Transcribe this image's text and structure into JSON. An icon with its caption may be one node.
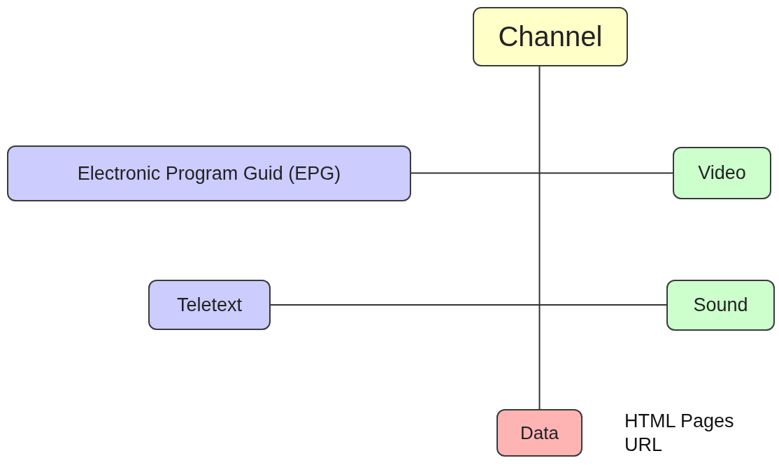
{
  "diagram": {
    "nodes": [
      {
        "text": [
          "Channel"
        ]
      },
      {
        "text": [
          "Electronic Program Guid (EPG)"
        ]
      },
      {
        "text": [
          "Video"
        ]
      },
      {
        "text": [
          "Teletext"
        ]
      },
      {
        "text": [
          "Sound"
        ]
      },
      {
        "text": [
          "Data"
        ],
        "beside": [
          "HTML Pages",
          "URL"
        ]
      }
    ],
    "edges": [
      {
        "from": 0,
        "to": 5,
        "arrow": "none"
      },
      {
        "from": 1,
        "to": 2,
        "arrow": "none"
      },
      {
        "from": 3,
        "to": 4,
        "arrow": "none"
      }
    ]
  }
}
